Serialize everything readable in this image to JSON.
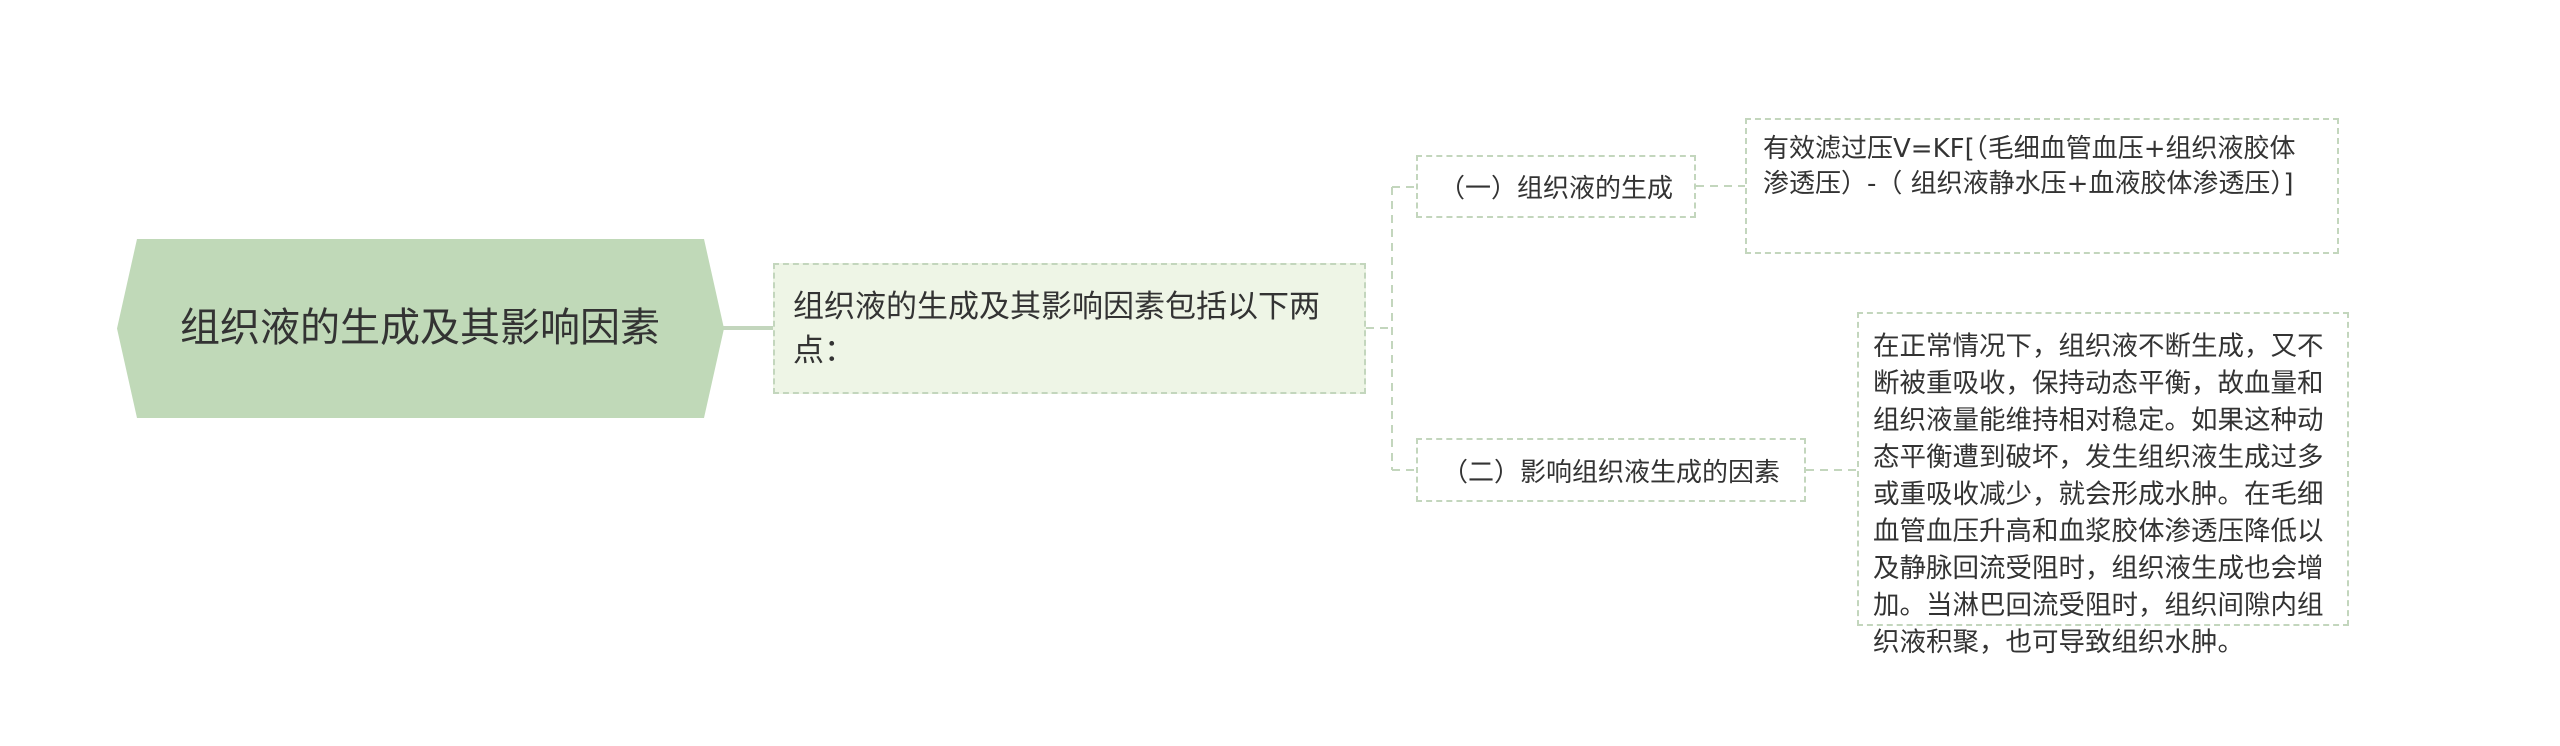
{
  "mindmap": {
    "root": {
      "label": "组织液的生成及其影响因素",
      "fill_color": "#c0d9b8"
    },
    "center": {
      "label": "组织液的生成及其影响因素包括以下两点：",
      "fill_color": "#eef5e6",
      "border_color": "#c3d6bd"
    },
    "branches": [
      {
        "label": "（一）组织液的生成",
        "detail": "有效滤过压V=KF[（毛细血管血压+组织液胶体渗透压）-（ 组织液静水压+血液胶体渗透压）]"
      },
      {
        "label": "（二）影响组织液生成的因素",
        "detail": "在正常情况下，组织液不断生成，又不断被重吸收，保持动态平衡，故血量和组织液量能维持相对稳定。如果这种动态平衡遭到破坏，发生组织液生成过多或重吸收减少，就会形成水肿。在毛细血管血压升高和血浆胶体渗透压降低以及静脉回流受阻时，组织液生成也会增加。当淋巴回流受阻时，组织间隙内组织液积聚，也可导致组织水肿。"
      }
    ],
    "line_color": "#c3d6bd",
    "text_color": "#333333"
  }
}
